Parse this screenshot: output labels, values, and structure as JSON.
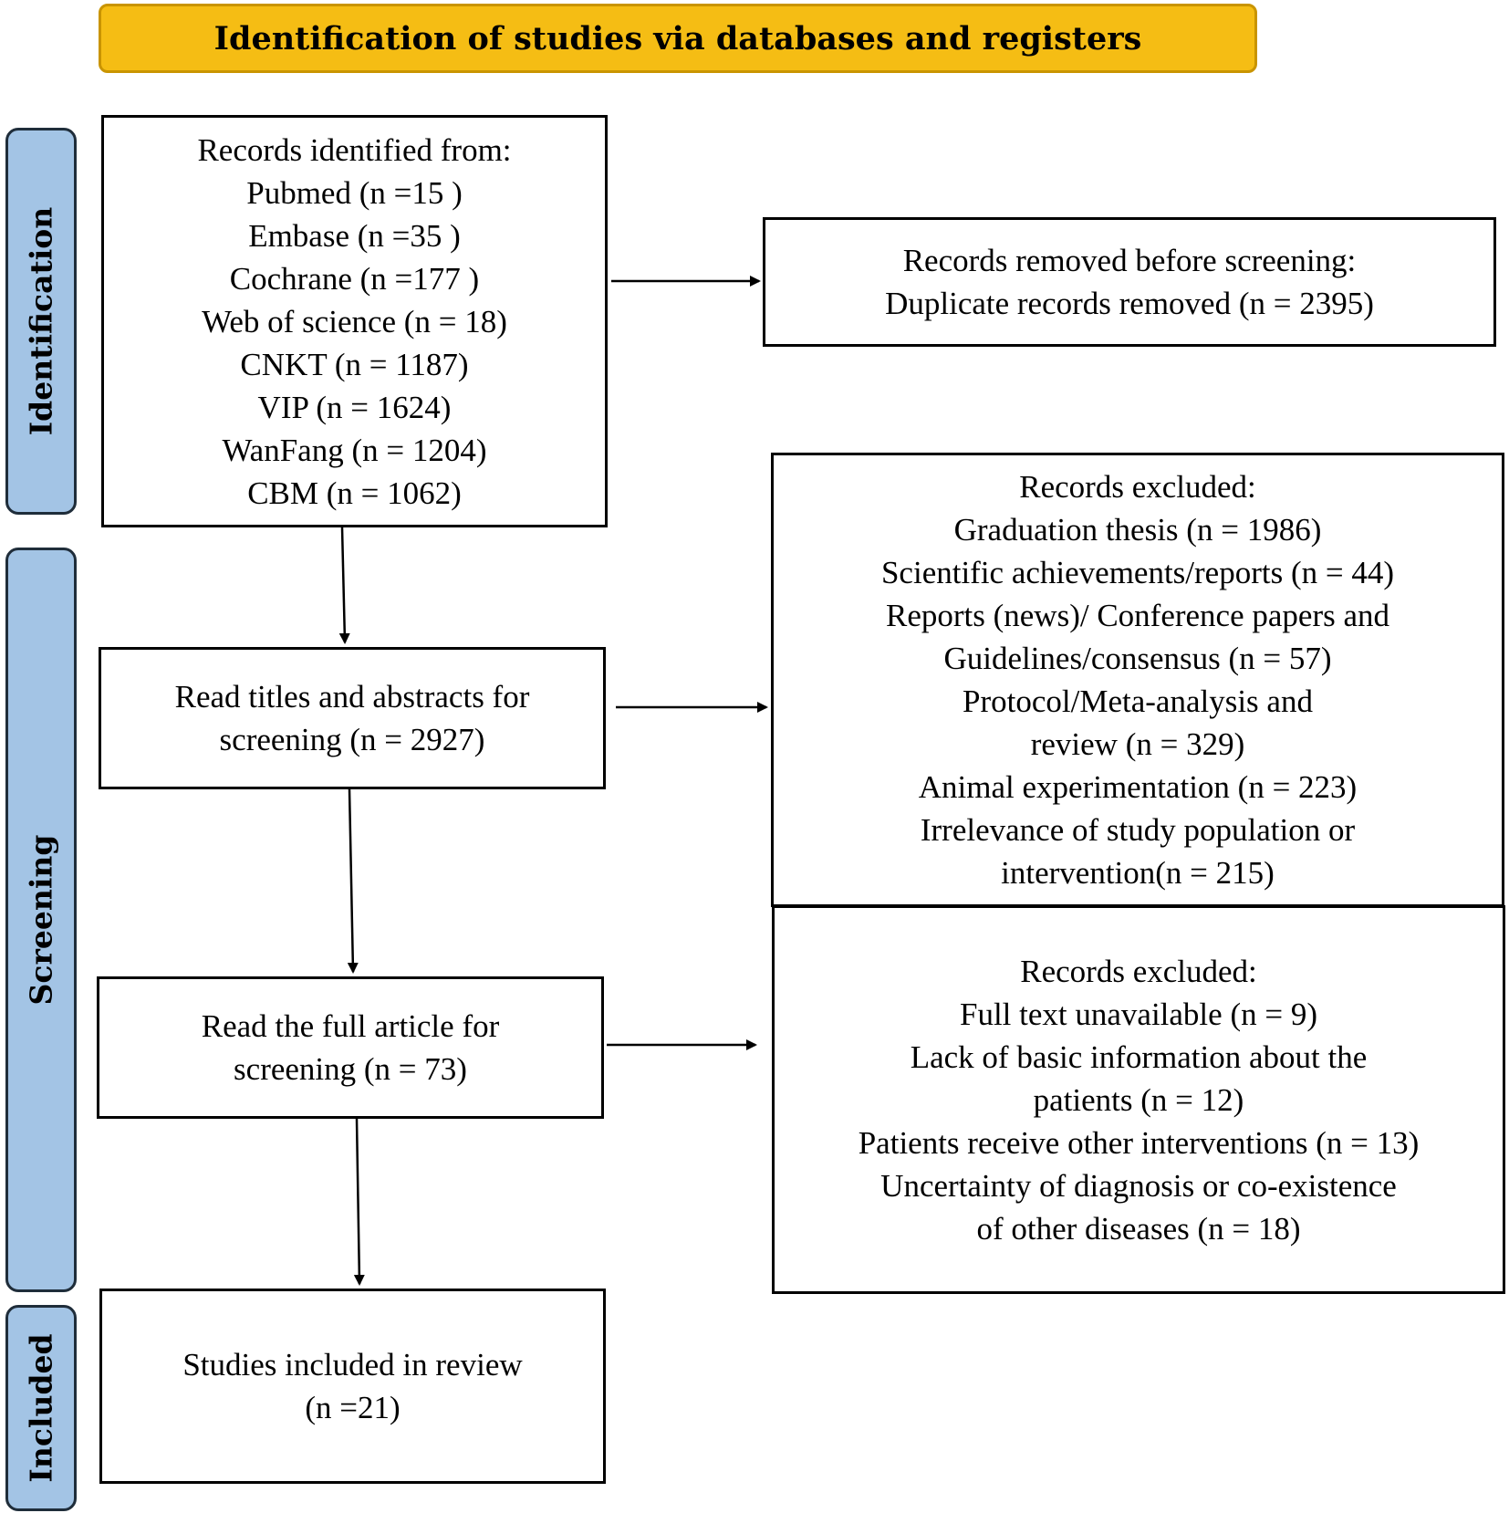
{
  "header": "Identification of studies via databases and registers",
  "phases": {
    "identification": "Identification",
    "screening": "Screening",
    "included": "Included"
  },
  "boxes": {
    "records_identified": {
      "lines": [
        "Records identified from:",
        "Pubmed (n =15 )",
        "Embase (n =35 )",
        "Cochrane (n =177 )",
        "Web of science (n = 18)",
        "CNKT (n = 1187)",
        "VIP (n = 1624)",
        "WanFang (n = 1204)",
        "CBM (n = 1062)"
      ]
    },
    "records_removed": {
      "lines": [
        "Records removed before screening:",
        "Duplicate records removed (n = 2395)"
      ]
    },
    "title_abstract_screening": {
      "lines": [
        "Read titles and abstracts for",
        "screening (n = 2927)"
      ]
    },
    "records_excluded_1": {
      "lines": [
        "Records excluded:",
        "Graduation thesis (n = 1986)",
        "Scientific achievements/reports (n = 44)",
        "Reports (news)/ Conference papers and",
        "Guidelines/consensus (n = 57)",
        "Protocol/Meta-analysis and",
        "review (n = 329)",
        "Animal experimentation (n = 223)",
        "Irrelevance of study population or",
        "intervention(n = 215)"
      ]
    },
    "full_text_screening": {
      "lines": [
        "Read the full article for",
        "screening (n = 73)"
      ]
    },
    "records_excluded_2": {
      "lines": [
        "Records excluded:",
        "Full text unavailable (n = 9)",
        "Lack of basic information about the",
        "patients (n = 12)",
        "Patients receive other interventions (n = 13)",
        "Uncertainty of diagnosis or co-existence",
        "of other diseases (n = 18)"
      ]
    },
    "studies_included": {
      "lines": [
        "Studies included in review",
        "(n =21)"
      ]
    }
  },
  "colors": {
    "header_fill": "#f5bd14",
    "phase_fill": "#a3c4e5",
    "box_border": "#000000"
  }
}
